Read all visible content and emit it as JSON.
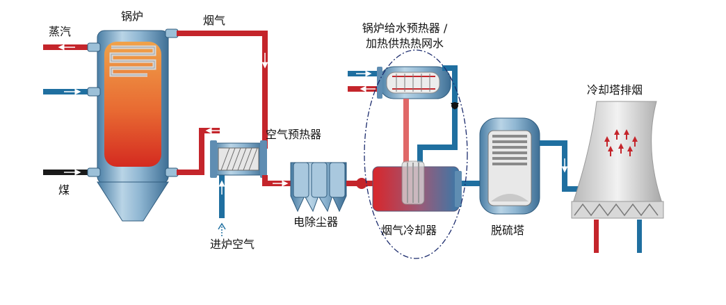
{
  "labels": {
    "steam": "蒸汽",
    "boiler": "锅炉",
    "flue_gas": "烟气",
    "coal": "煤",
    "air_preheater": "空气预热器",
    "inlet_air": "进炉空气",
    "electrostatic_precipitator": "电除尘器",
    "flue_gas_cooler": "烟气冷却器",
    "feedwater_preheater_line1": "锅炉给水预热器 /",
    "feedwater_preheater_line2": "加热供热热网水",
    "desulfurization_tower": "脱硫塔",
    "cooling_tower_exhaust": "冷却塔排烟"
  },
  "colors": {
    "hot_pipe": "#c4252b",
    "cold_pipe": "#1f6fa0",
    "coal_pipe": "#1a1a1a",
    "equipment_steel": "#7fa9c9",
    "boiler_fire": "#e0482a",
    "dashed_outline": "#1a2a6c"
  }
}
